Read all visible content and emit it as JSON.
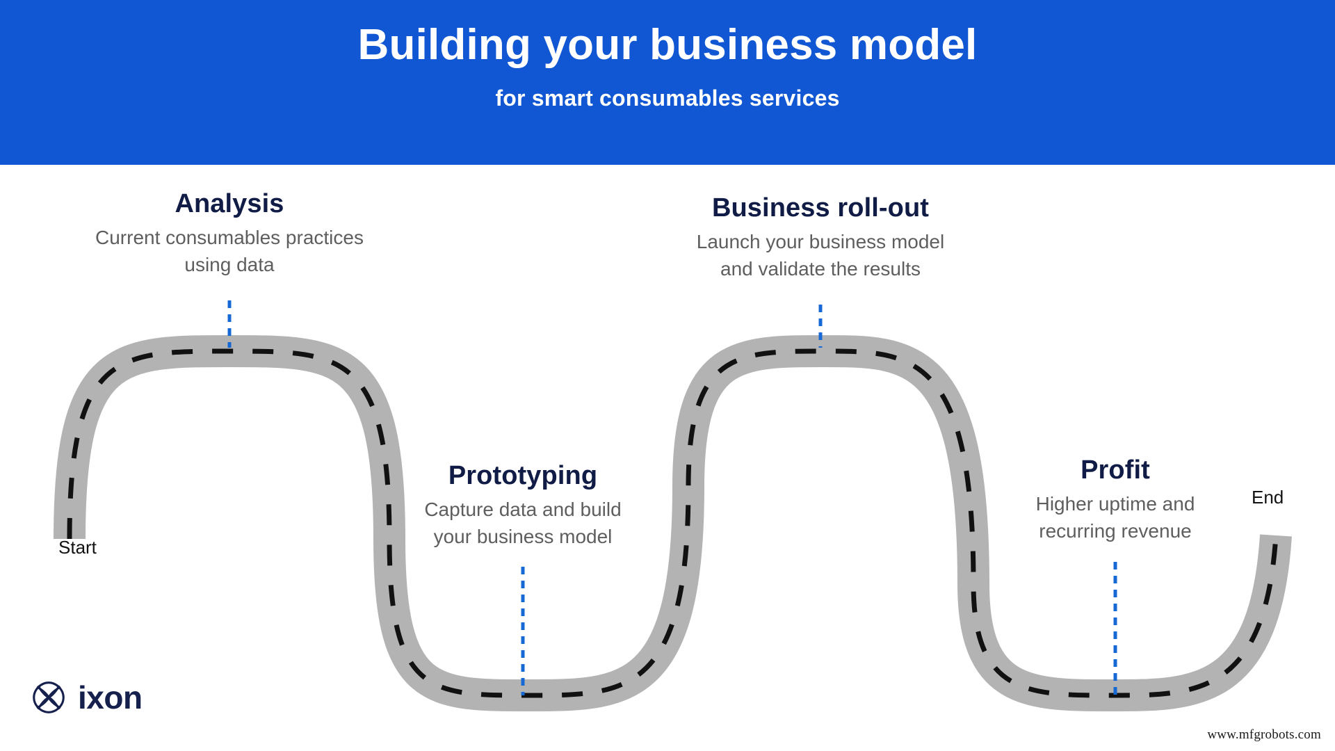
{
  "header": {
    "title": "Building your business model",
    "subtitle": "for smart consumables services",
    "background_color": "#1157d4",
    "text_color": "#ffffff"
  },
  "theme": {
    "banner_blue": "#1157d4",
    "connector_blue": "#1668d4",
    "road_gray": "#b3b3b3",
    "road_dash_black": "#111111",
    "heading_navy": "#101c45",
    "body_gray": "#5e5e5e",
    "page_background": "#ffffff"
  },
  "journey": {
    "start_label": "Start",
    "end_label": "End",
    "stages": [
      {
        "id": "analysis",
        "title": "Analysis",
        "description": "Current consumables practices\nusing data"
      },
      {
        "id": "prototyping",
        "title": "Prototyping",
        "description": "Capture data and build\nyour business model"
      },
      {
        "id": "business-roll-out",
        "title": "Business roll-out",
        "description": "Launch your business model\nand validate the results"
      },
      {
        "id": "profit",
        "title": "Profit",
        "description": "Higher uptime and\nrecurring revenue"
      }
    ]
  },
  "branding": {
    "logo_mark": "ixon-knot-icon",
    "logo_wordmark": "ixon"
  },
  "watermark": {
    "text": "www.mfgrobots.com"
  }
}
